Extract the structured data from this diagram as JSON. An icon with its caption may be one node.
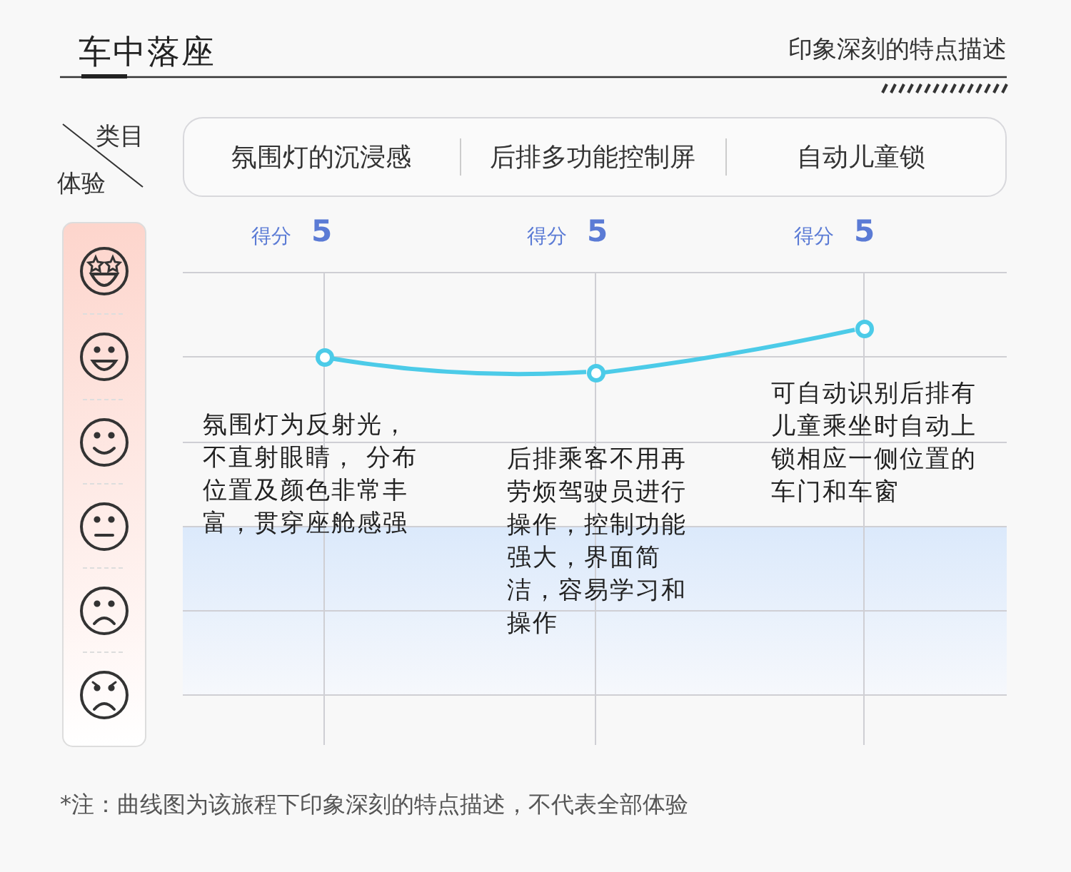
{
  "diagram": {
    "title": "车中落座",
    "caption": "*注：曲线图为该旅程下印象深刻的特点描述，不代表全部体验",
    "nodes": [
      {
        "text": [
          "氛围灯的沉浸感",
          "后排多功能控制屏",
          "自动儿童锁"
        ]
      },
      {
        "text": [],
        "shape": "circle",
        "beside": [
          "氛围灯为反射光，不直射眼睛， 分布位置及颜色非常丰富，贯穿座舱感强"
        ]
      },
      {
        "text": [],
        "shape": "circle",
        "beside": [
          "后排乘客不用再劳烦驾驶员进行操作，控制功能强大，界面简洁，容易学习和操作"
        ]
      },
      {
        "text": [],
        "shape": "circle",
        "beside": [
          "可自动识别后排有儿童乘坐时自动上锁相应一侧位置的车门和车窗"
        ]
      }
    ],
    "edges": [
      {
        "from": 1,
        "to": 2,
        "arrow": "none"
      },
      {
        "from": 2,
        "to": 3,
        "arrow": "none"
      }
    ],
    "labels": [
      "印象深刻的特点描述",
      "类目",
      "体验",
      "得分",
      "5",
      "得分",
      "5",
      "得分",
      "5"
    ]
  }
}
